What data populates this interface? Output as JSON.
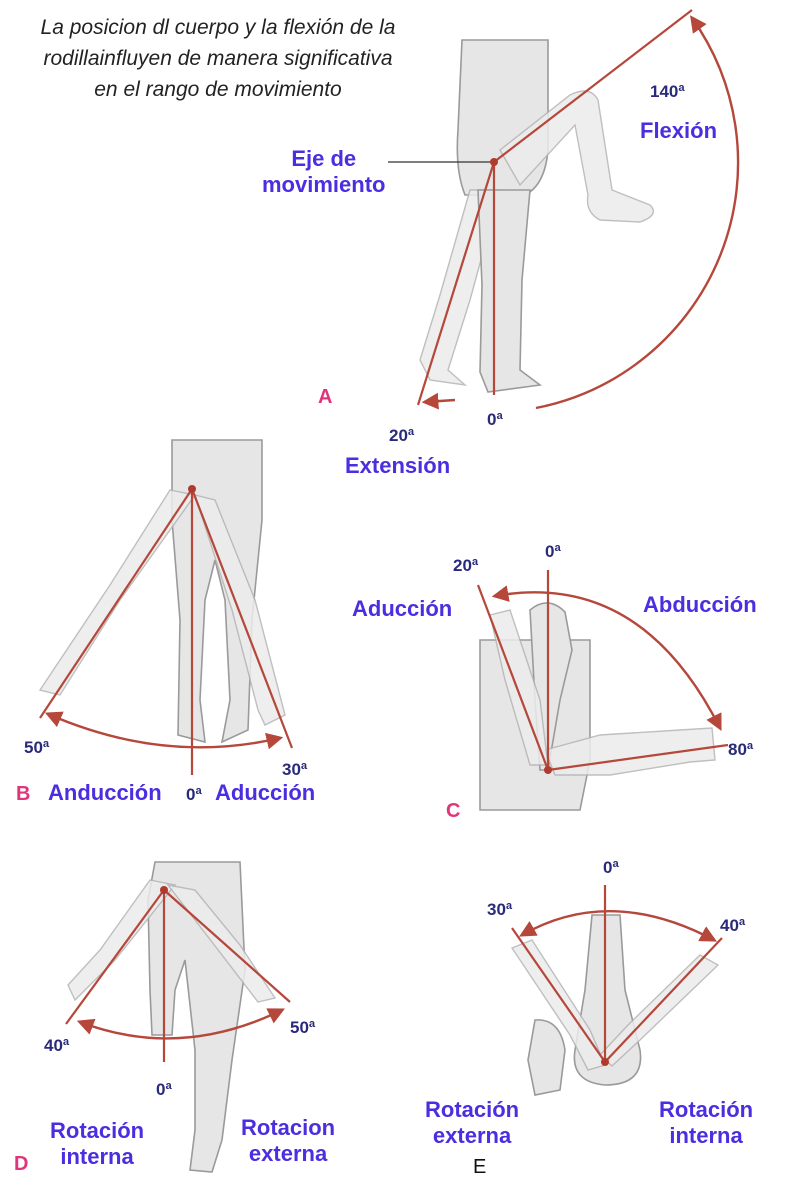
{
  "caption": {
    "line1": "La posicion dl cuerpo y la flexión de la",
    "line2": "rodillainfluyen de manera significativa",
    "line3": "en el rango de movimiento"
  },
  "panel_a": {
    "letter": "A",
    "axis_label_1": "Eje de",
    "axis_label_2": "movimiento",
    "flexion_label": "Flexión",
    "flexion_deg": "140ª",
    "extension_label": "Extensión",
    "extension_deg": "20ª",
    "zero_deg": "0ª"
  },
  "panel_b": {
    "letter": "B",
    "left_label": "Anducción",
    "right_label": "Aducción",
    "left_deg": "50ª",
    "right_deg": "30ª",
    "zero_deg": "0ª"
  },
  "panel_c": {
    "letter": "C",
    "left_label": "Aducción",
    "right_label": "Abducción",
    "left_deg": "20ª",
    "right_deg": "80ª",
    "zero_deg": "0ª"
  },
  "panel_d": {
    "letter": "D",
    "left_label_1": "Rotación",
    "left_label_2": "interna",
    "right_label_1": "Rotacion",
    "right_label_2": "externa",
    "left_deg": "40ª",
    "right_deg": "50ª",
    "zero_deg": "0ª"
  },
  "panel_e": {
    "letter": "E",
    "left_label_1": "Rotación",
    "left_label_2": "externa",
    "right_label_1": "Rotación",
    "right_label_2": "interna",
    "left_deg": "30ª",
    "right_deg": "40ª",
    "zero_deg": "0ª"
  },
  "colors": {
    "label": "#4a2ee0",
    "degree": "#2a2a7a",
    "panel_letter": "#e0357a",
    "arc": "#b5473b"
  }
}
